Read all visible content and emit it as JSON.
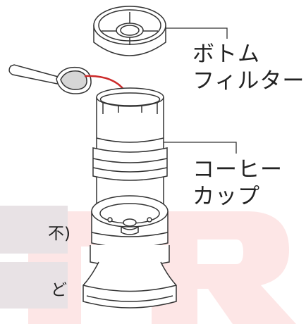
{
  "labels": {
    "bottom_filter": [
      "ボトム",
      "フィルター"
    ],
    "coffee_cup": [
      "コーヒー",
      "カップ"
    ]
  },
  "rows": [
    {
      "text": "不)"
    },
    {
      "text": "ど"
    }
  ],
  "colors": {
    "row_bg": "#e8e2e5",
    "watermark": "#fde6e6",
    "arrow": "#cc2a2a",
    "outline": "#333333",
    "scoop_fill": "#d6d6d6"
  }
}
